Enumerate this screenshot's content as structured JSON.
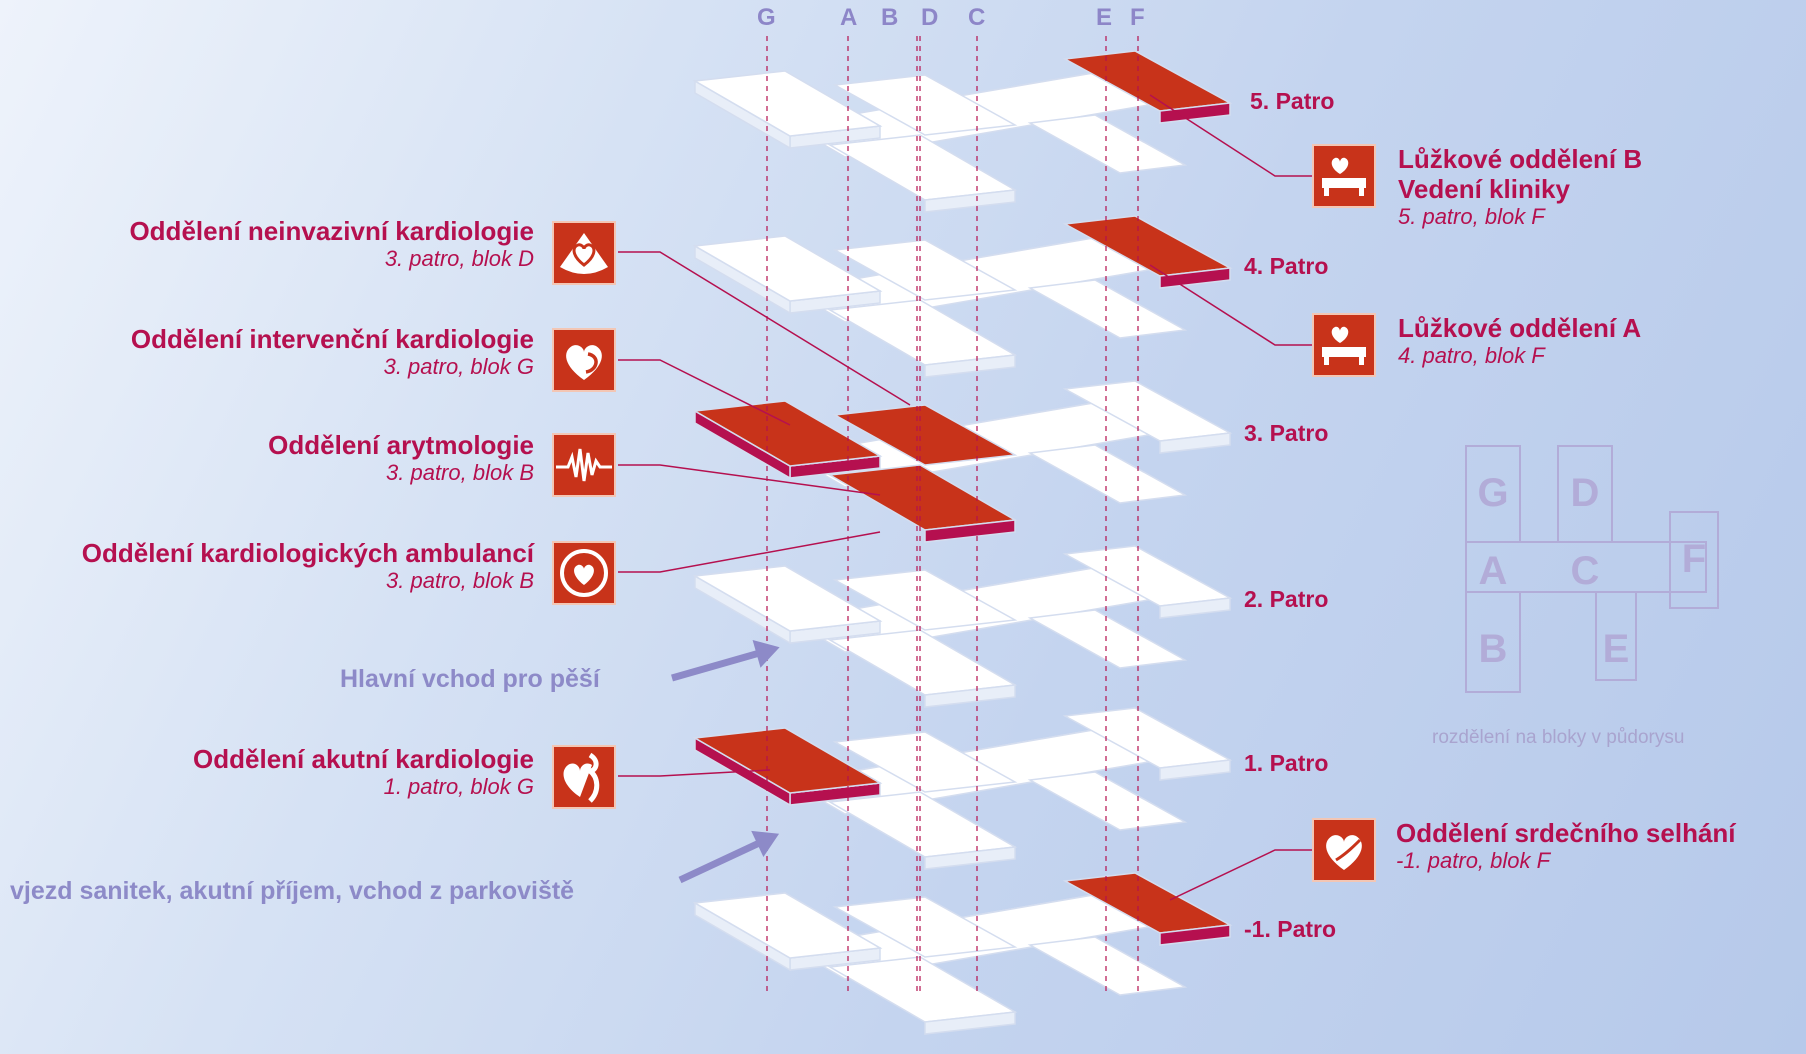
{
  "column_labels": [
    "G",
    "A",
    "B",
    "D",
    "C",
    "E",
    "F"
  ],
  "floors": [
    {
      "label": "5. Patro"
    },
    {
      "label": "4. Patro"
    },
    {
      "label": "3. Patro"
    },
    {
      "label": "2. Patro"
    },
    {
      "label": "1. Patro"
    },
    {
      "label": "-1. Patro"
    }
  ],
  "departments": {
    "neinvazivni": {
      "title": "Oddělení neinvazivní kardiologie",
      "sub": "3. patro, blok D",
      "icon": "echo-heart-icon"
    },
    "intervencni": {
      "title": "Oddělení intervenční kardiologie",
      "sub": "3. patro, blok G",
      "icon": "heart-catheter-icon"
    },
    "arytmologie": {
      "title": "Oddělení arytmologie",
      "sub": "3. patro, blok B",
      "icon": "ecg-wave-icon"
    },
    "ambulance": {
      "title": "Oddělení kardiologických ambulancí",
      "sub": "3. patro, blok B",
      "icon": "heart-circle-icon"
    },
    "akutni": {
      "title": "Oddělení akutní kardiologie",
      "sub": "1. patro, blok G",
      "icon": "acute-heart-icon"
    },
    "luzkoveB": {
      "title": "Lůžkové oddělení B",
      "title2": "Vedení kliniky",
      "sub": "5. patro, blok F",
      "icon": "bed-heart-icon"
    },
    "luzkoveA": {
      "title": "Lůžkové oddělení A",
      "sub": "4. patro, blok F",
      "icon": "bed-heart-icon"
    },
    "selhani": {
      "title": "Oddělení srdečního selhání",
      "sub": "-1. patro, blok F",
      "icon": "heart-hands-icon"
    }
  },
  "entrances": {
    "pedestrian": "Hlavní vchod pro pěší",
    "ambulance": "vjezd sanitek, akutní příjem, vchod z parkoviště"
  },
  "floorplan": {
    "blocks": [
      "G",
      "D",
      "A",
      "C",
      "F",
      "B",
      "E"
    ],
    "caption": "rozdělení na bloky v půdorysu"
  },
  "ghost_labels": [
    "G",
    "A",
    "D",
    "C",
    "E",
    "E"
  ],
  "colors": {
    "highlight_top": "#c8331a",
    "highlight_side": "#b5104f",
    "text_accent": "#b5104f",
    "entrance_text": "#8d8ac8",
    "slab": "#ffffff"
  }
}
